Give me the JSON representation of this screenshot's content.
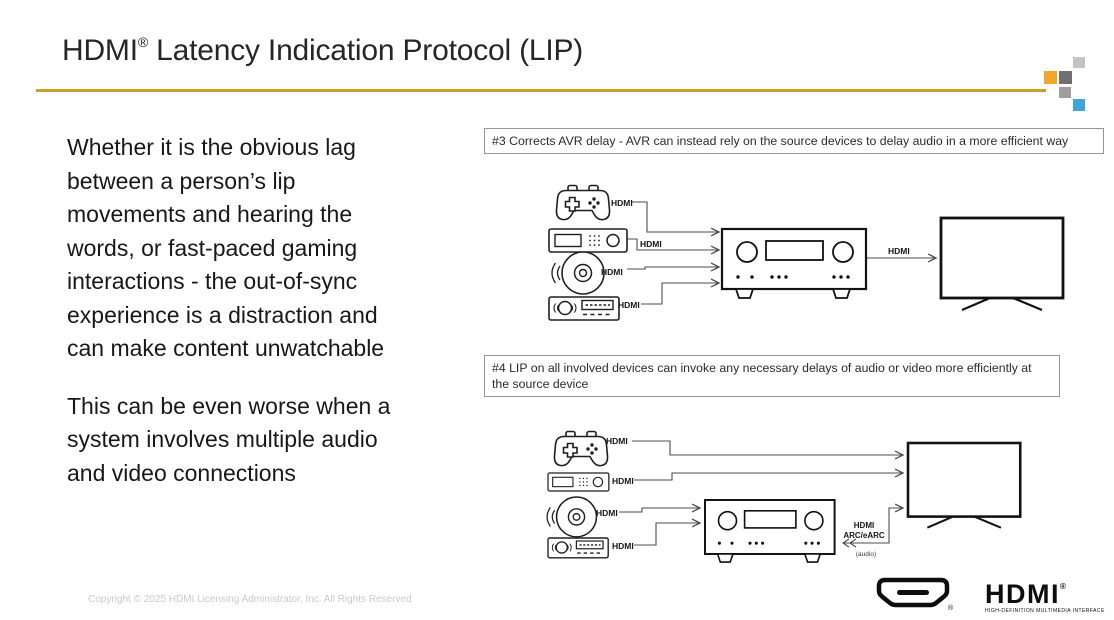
{
  "title": {
    "brand": "HDMI",
    "reg": "®",
    "rest": " Latency Indication Protocol (LIP)"
  },
  "intro": {
    "para1_lines": [
      "Whether it is the obvious lag",
      "between a person’s lip",
      "movements and hearing the",
      "words, or fast-paced gaming",
      "interactions - the out-of-sync",
      "experience is a distraction and",
      "can make content unwatchable"
    ],
    "para2_lines": [
      "This can be even worse when a",
      "system involves multiple audio",
      "and video connections"
    ]
  },
  "scenario3": {
    "caption": "#3 Corrects AVR delay - AVR can instead rely on the source devices to delay audio in a more efficient way",
    "hdmi_labels": [
      "HDMI",
      "HDMI",
      "HDMI",
      "HDMI"
    ],
    "avr_to_tv_label": "HDMI",
    "devices": [
      "game-controller",
      "set-top-box",
      "disc-player",
      "soundbar",
      "av-receiver",
      "tv"
    ]
  },
  "scenario4": {
    "caption": "#4 LIP on all involved devices can invoke any necessary delays of audio or video more efficiently at the source device",
    "hdmi_labels": [
      "HDMI",
      "HDMI",
      "HDMI",
      "HDMI"
    ],
    "arc_label_line1": "HDMI",
    "arc_label_line2": "ARC/eARC",
    "arc_sub_label": "(audio)",
    "devices": [
      "game-controller",
      "set-top-box",
      "disc-player",
      "soundbar",
      "av-receiver",
      "tv"
    ]
  },
  "footer": {
    "copyright": "Copyright © 2025 HDMI Licensing Administrator, Inc.  All Rights Reserved",
    "wordmark": "HDMI",
    "wordmark_reg": "®",
    "wordmark_tagline": "HIGH-DEFINITION MULTIMEDIA INTERFACE",
    "connector_reg": "®"
  },
  "colors": {
    "accent_gold": "#C7A12C",
    "square_orange": "#EFA72E",
    "square_blue": "#3FA5D8",
    "square_dark_gray": "#707070",
    "square_gray": "#9D9D9D",
    "square_light_gray": "#C4C4C4",
    "diagram_line": "#4d4d4d",
    "text_dark": "#181818"
  }
}
